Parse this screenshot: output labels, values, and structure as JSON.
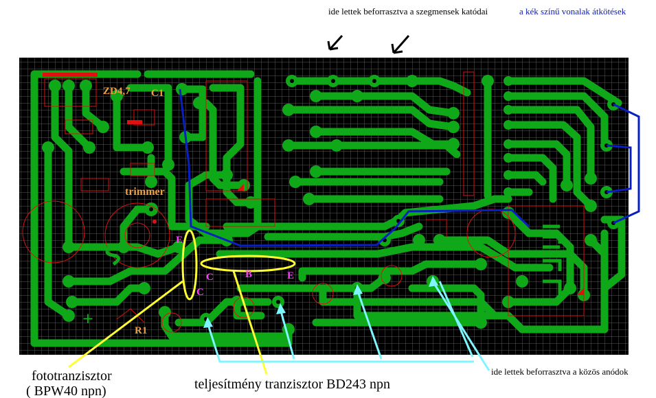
{
  "notes": {
    "top_center": "ide lettek beforrasztva a szegmensek katódai",
    "top_right": "a kék színű vonalak átkötések",
    "bottom_right": "ide lettek beforrasztva a közös anódok"
  },
  "captions": {
    "phototransistor_line1": "fototranzisztor",
    "phototransistor_line2": "( BPW40  npn)",
    "power_transistor": "teljesítmény tranzisztor  BD243 npn"
  },
  "board_labels": {
    "zd": "ZD4,7",
    "c1": "C1",
    "trimmer": "trimmer",
    "r1": "R1",
    "e_left": "E",
    "c_left": "C",
    "c_mid": "C",
    "b_mid": "B",
    "e_mid": "E",
    "plus": "+",
    "minus": "—"
  },
  "colors": {
    "board": "#000000",
    "trace": "#0fa818",
    "grid": "#6b6b6b",
    "silk": "#e01010",
    "jumper": "#0a1fc0",
    "highlight": "#ffff33",
    "arrow_cyan": "#7ff6ff",
    "label_orange": "#f0a040",
    "label_pink": "#ff40ff"
  }
}
